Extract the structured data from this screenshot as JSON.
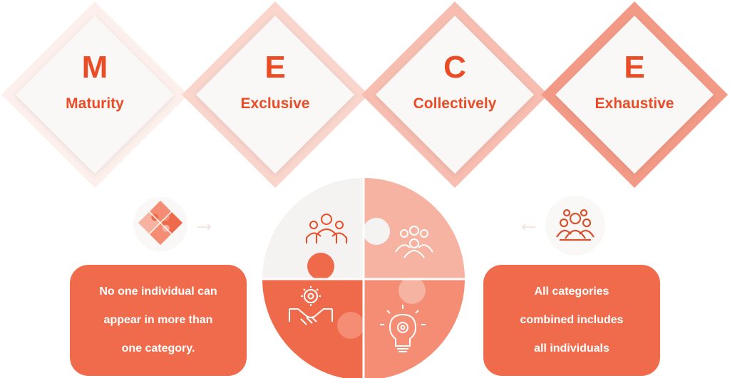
{
  "mece": [
    {
      "letter": "M",
      "word": "Maturity"
    },
    {
      "letter": "E",
      "word": "Exclusive"
    },
    {
      "letter": "C",
      "word": "Collectively"
    },
    {
      "letter": "E",
      "word": "Exhaustive"
    }
  ],
  "left_box": {
    "lines": [
      "No one individual can",
      "appear in more than",
      "one category."
    ]
  },
  "right_box": {
    "lines": [
      "All categories",
      "combined includes",
      "all individuals"
    ]
  },
  "icons": {
    "left_badge": "puzzle-pieces-icon",
    "right_badge": "group-people-icon",
    "q1": "team-people-icon",
    "q2": "audience-group-icon",
    "q3": "handshake-gear-icon",
    "q4": "lightbulb-gear-icon"
  },
  "colors": {
    "accent": "#ea4c25",
    "box": "#ef6b4b",
    "puzzle_light": "#f5f3f2",
    "puzzle_pink": "#f7b3a1",
    "puzzle_salmon": "#f48d74",
    "puzzle_dark": "#ee6a4b"
  }
}
